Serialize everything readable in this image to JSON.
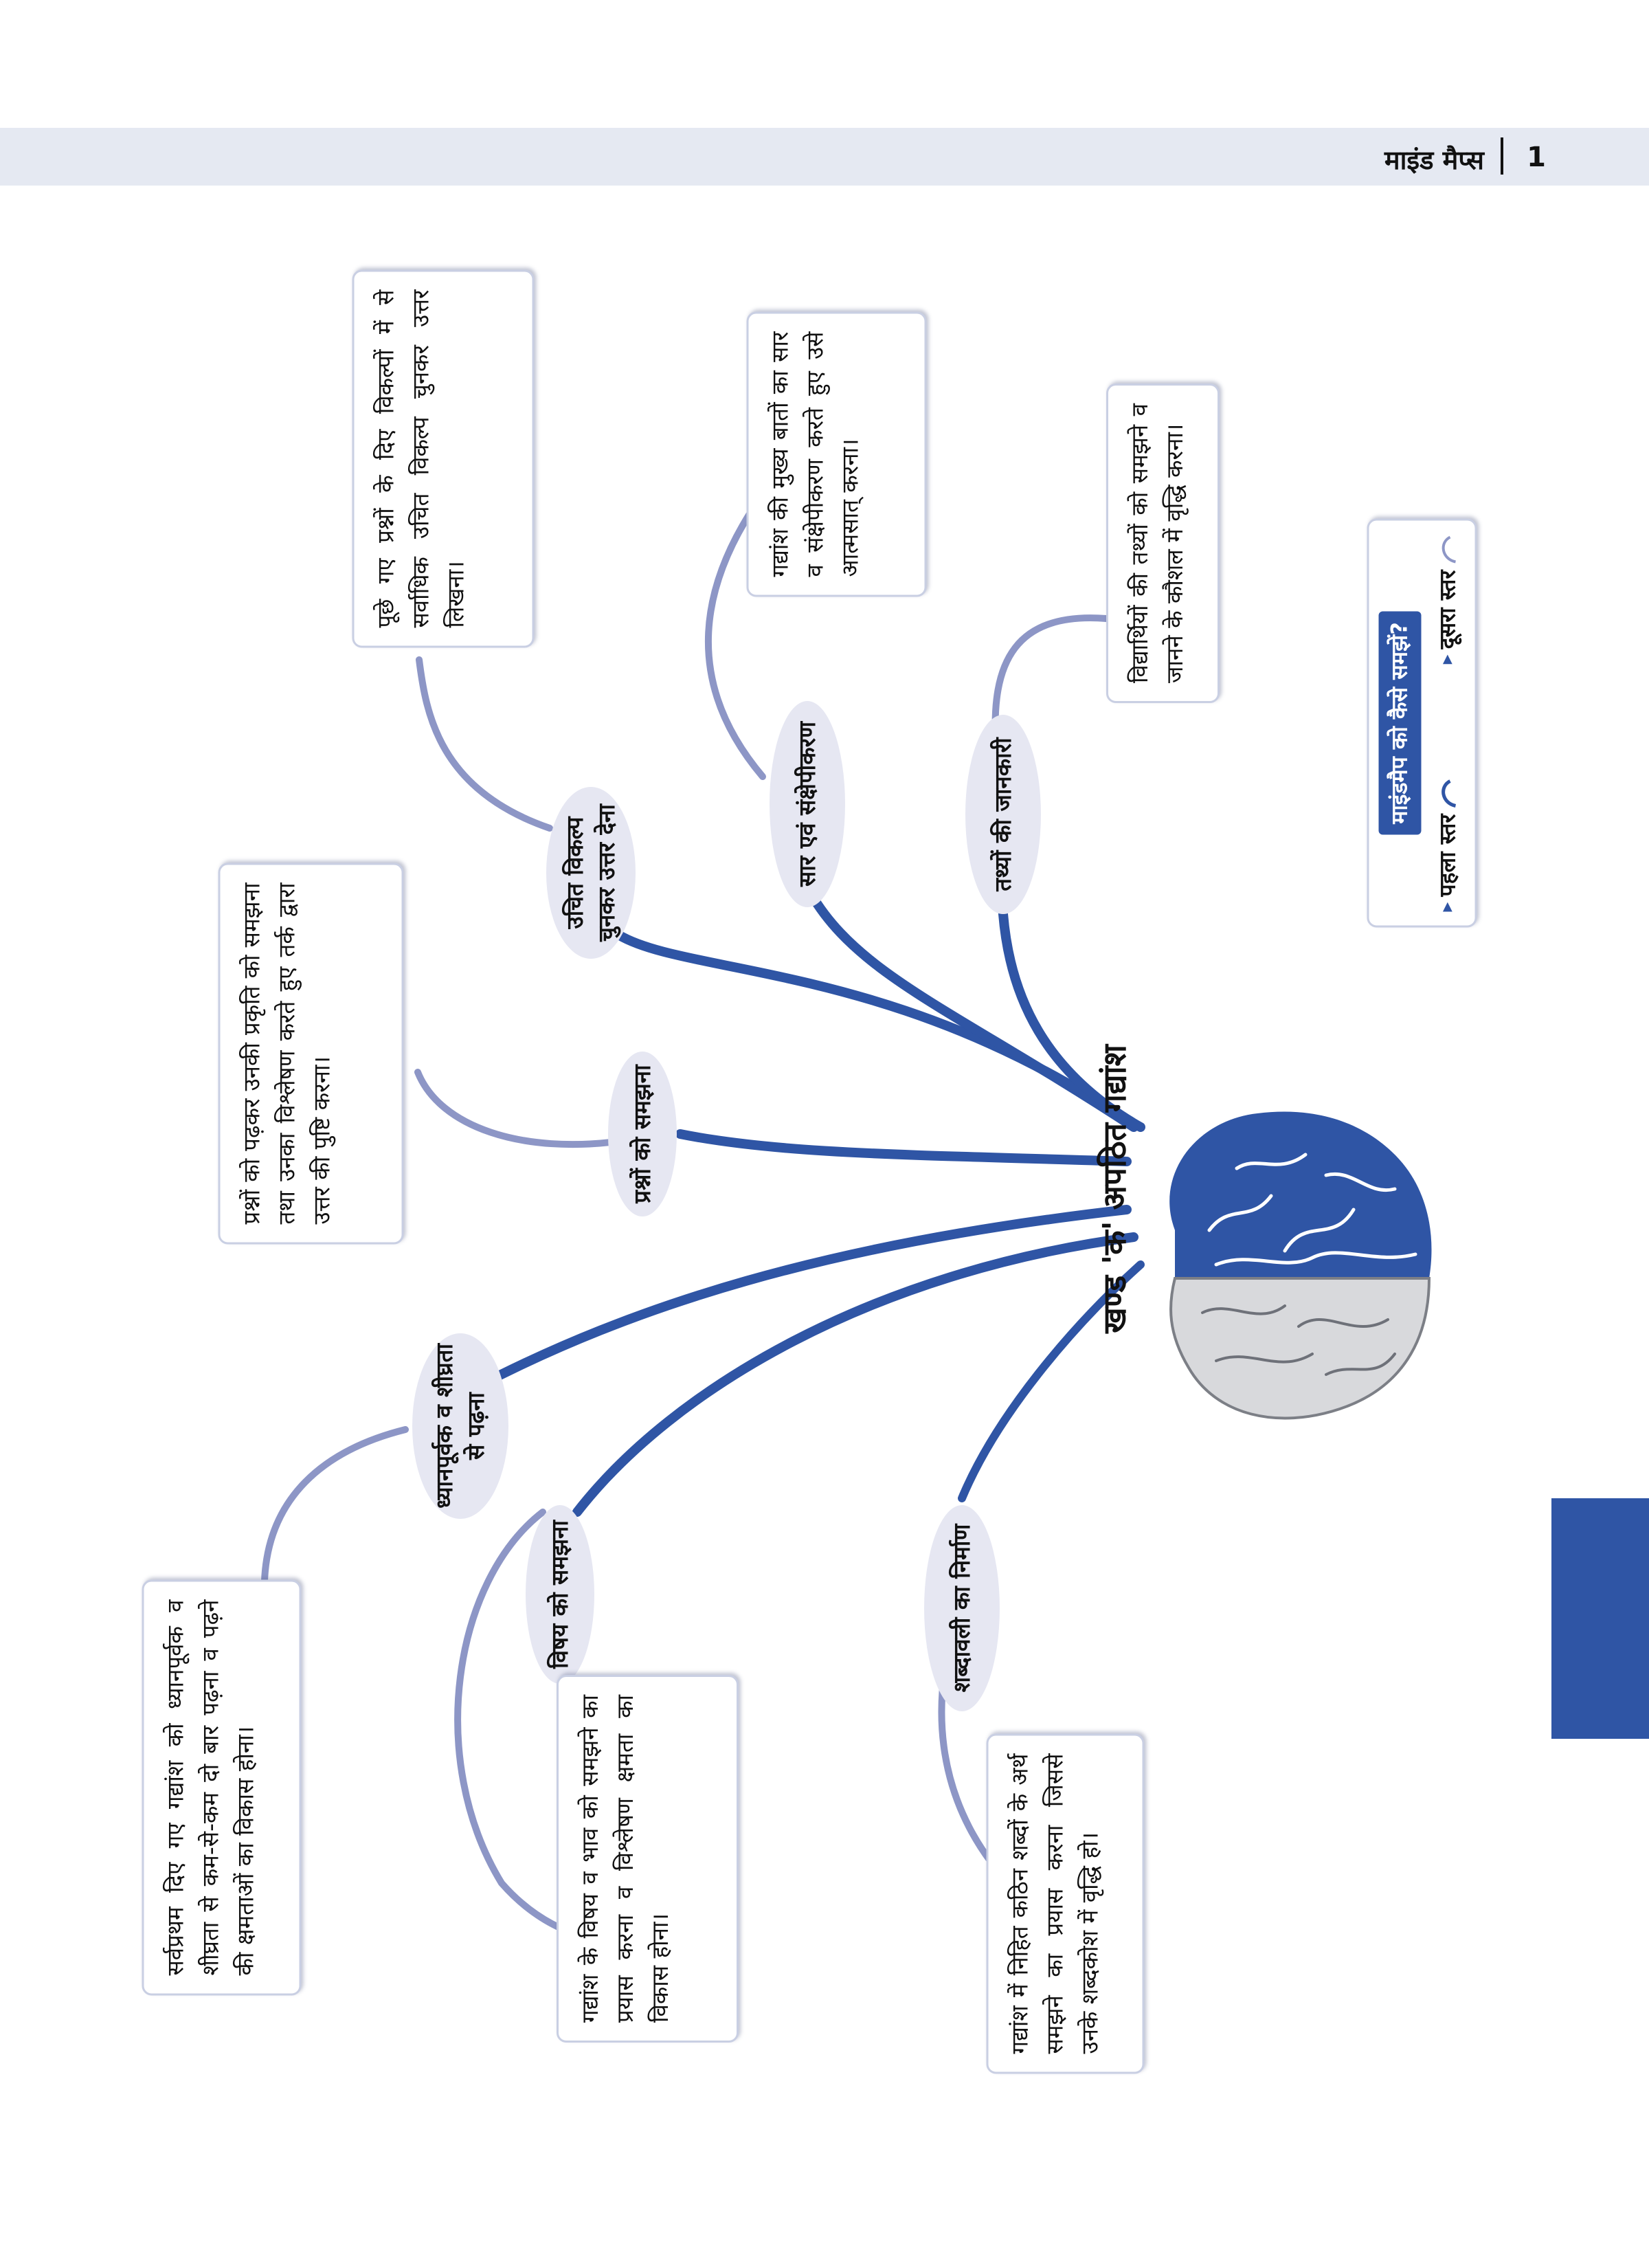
{
  "header": {
    "title": "माइंड मैप्स",
    "page_number": "1"
  },
  "colors": {
    "brand_blue": "#2f55a5",
    "branch_light": "#8d96c6",
    "pill_bg": "#e6e7f2",
    "header_band": "#e5e9f2"
  },
  "center": {
    "title": "खण्ड 'क' अपठित गद्यांश"
  },
  "legend": {
    "title": "माइंडमैप को कैसे समझें?",
    "level1": "पहला स्तर",
    "level2": "दूसरा स्तर"
  },
  "branches": [
    {
      "label": "उचित विकल्प चुनकर उत्तर देना",
      "detail": "पूछे गए प्रश्नों के दिए विकल्पों में से सर्वाधिक उचित विकल्प चुनकर उत्तर लिखना।"
    },
    {
      "label": "सार एवं संक्षेपीकरण",
      "detail": "गद्यांश की मुख्य बातों का सार व संक्षेपीकरण करते हुए उसे आत्मसात् करना।"
    },
    {
      "label": "तथ्यों की जानकारी",
      "detail": "विद्यार्थियों की तथ्यों को समझने व जानने के कौशल में वृद्धि करना।"
    },
    {
      "label": "प्रश्नों को समझना",
      "detail": "प्रश्नों को पढ़कर उनकी प्रकृति को समझना तथा उनका विश्लेषण करते हुए तर्क द्वारा उत्तर की पुष्टि करना।"
    },
    {
      "label": "ध्यानपूर्वक व शीघ्रता से पढ़ना",
      "detail": "सर्वप्रथम दिए गए गद्यांश को ध्यानपूर्वक व शीघ्रता से कम-से-कम दो बार पढ़ना व पढ़ने की क्षमताओं का विकास होना।"
    },
    {
      "label": "विषय को समझना",
      "detail": "गद्यांश के विषय व भाव को समझने का प्रयास करना व विश्लेषण क्षमता का विकास होना।"
    },
    {
      "label": "शब्दावली का निर्माण",
      "detail": "गद्यांश में निहित कठिन शब्दों के अर्थ समझने का प्रयास करना जिससे उनके शब्दकोश में वृद्धि हो।"
    }
  ]
}
